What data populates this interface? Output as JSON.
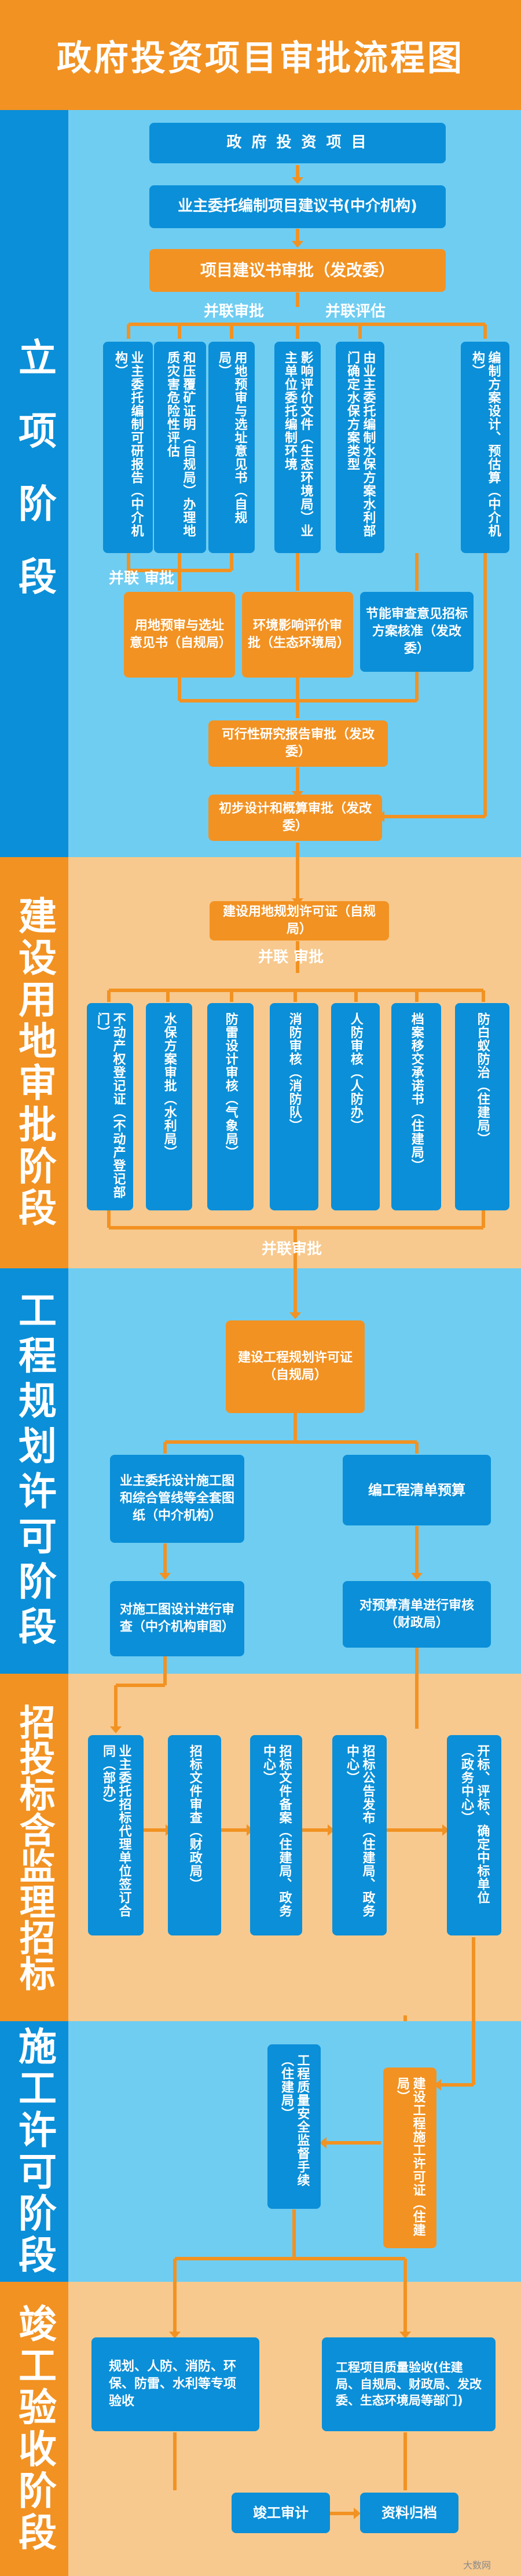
{
  "title": "政府投资项目审批流程图",
  "colors": {
    "blue": "#0b8fd8",
    "orange": "#f29222",
    "light_blue": "#6fcdf2",
    "light_orange": "#f7c98e"
  },
  "stage1": {
    "name": "立项阶段",
    "project": "政 府 投 资 项 目",
    "proposal": "业主委托编制项目建议书(中介机构)",
    "proposal_review": "项目建议书审批（发改委）",
    "label_parallel_approval": "并联审批",
    "label_parallel_eval": "并联评估",
    "tall_boxes": [
      "业主委托编制可研报告（中介机构）",
      "和压覆矿证明（自规局）办理地质灾害危险性评估",
      "用地预审与选址意见书（自规局）",
      "影响评价文件（生态环境局）业主单位委托编制环境",
      "由业主委托编制水保方案水利部门确定水保方案类型",
      "编制方案设计、预估算（中介机构）"
    ],
    "label_parallel_approval2": "并联 审批",
    "land_box": "用地预审与选址意见书（自规局）",
    "env_box": "环境影响评价审批（生态环境局）",
    "energy_box": "节能审查意见招标方案核准（发改委）",
    "feasibility": "可行性研究报告审批（发改委）",
    "prelim": "初步设计和概算审批（发改委）"
  },
  "stage2": {
    "name": "建设用地审批阶段",
    "top_box": "建设用地规划许可证（自规局）",
    "label_parallel": "并联 审批",
    "boxes": [
      "不动产权登记证（不动产登记部门）",
      "水保方案审批（水利局）",
      "防雷设计审核（气象局）",
      "消防审核（消防队）",
      "人防审核（人防办）",
      "档案移交承诺书（住建局）",
      "防白蚁防治（住建局）"
    ],
    "label_parallel_bottom": "并联审批"
  },
  "stage3": {
    "name": "工程规划许可阶段",
    "permit": "建设工程规划许可证（自规局）",
    "design": "业主委托设计施工图和综合管线等全套图纸（中介机构）",
    "bill": "编工程清单预算",
    "review": "对施工图设计进行审查（中介机构审图）",
    "budget": "对预算清单进行审核（财政局）"
  },
  "stage4": {
    "name": "招投标含监理招标",
    "boxes": [
      "业主委托招标代理单位签订合同（部办）",
      "招标文件审查（财政局）",
      "招标文件备案（住建局、政务中心）",
      "招标公告发布（住建局、政务中心）",
      "开标、评标、确定中标单位（政务中心）"
    ]
  },
  "stage5": {
    "name": "施工许可阶段",
    "safety": "工程质量安全监督手续（住建局）",
    "permit": "建设工程施工许可证（住建局）"
  },
  "stage6": {
    "name": "竣工验收阶段",
    "special": "规划、人防、消防、环保、防雷、水利等专项验收",
    "quality": "工程项目质量验收(住建局、自规局、财政局、发改委、生态环境局等部门)",
    "audit": "竣工审计",
    "archive": "资料归档"
  },
  "watermark": "大数网"
}
